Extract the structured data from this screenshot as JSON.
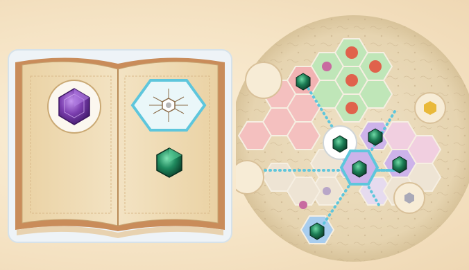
{
  "scene": {
    "card": {
      "page_left_gem": "purple-gem",
      "page_right_symbol": "directional-hex-symbol",
      "page_right_gem": "green-gem"
    },
    "board": {
      "tiles": [
        {
          "terrain": "pink",
          "gem": "green-gem"
        },
        {
          "terrain": "lilac",
          "gem": "green-gem"
        },
        {
          "terrain": "lilac",
          "gem": "green-gem"
        },
        {
          "terrain": "lilac",
          "gem": "green-gem"
        },
        {
          "terrain": "blue",
          "gem": "green-gem"
        },
        {
          "terrain": "white",
          "gem": "green-gem"
        }
      ],
      "tokens": [
        "empty-token",
        "yellow-gem-token",
        "grey-gem-token",
        "empty-token"
      ]
    }
  },
  "colors": {
    "accent_cyan": "#5ec6dc",
    "purple": "#7c3fb0",
    "green": "#1f8a5e",
    "pink": "#f2b3b3",
    "lilac": "#cdb3ea",
    "mint": "#bfe6b8",
    "parchment": "#ecd6aa"
  }
}
